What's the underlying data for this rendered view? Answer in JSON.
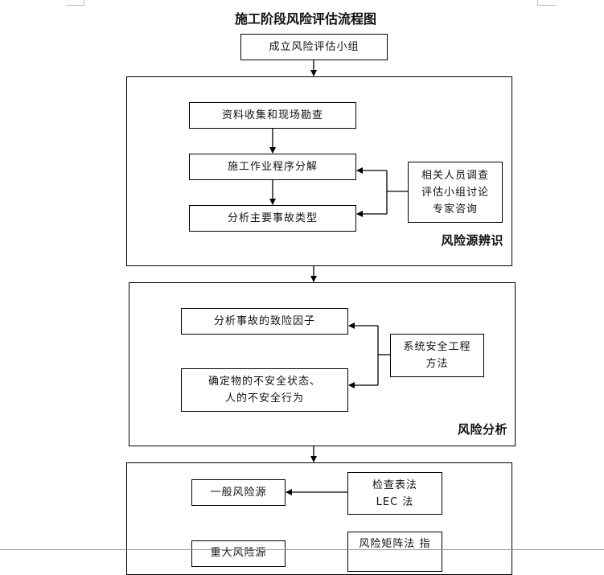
{
  "document": {
    "title": "施工阶段风险评估流程图"
  },
  "flow": {
    "start": "成立风险评估小组",
    "identification": {
      "section_label": "风险源辨识",
      "step1": "资料收集和现场勘查",
      "step2": "施工作业程序分解",
      "step3": "分析主要事故类型",
      "methods": "相关人员调查\n评估小组讨论\n专家咨询"
    },
    "analysis": {
      "section_label": "风险分析",
      "step1": "分析事故的致险因子",
      "step2": "确定物的不安全状态、\n人的不安全行为",
      "methods": "系统安全工程\n方法"
    },
    "evaluation": {
      "general_risk": "一般风险源",
      "general_methods": "检查表法\nLEC 法",
      "major_risk": "重大风险源",
      "major_methods": "风险矩阵法  指"
    }
  }
}
